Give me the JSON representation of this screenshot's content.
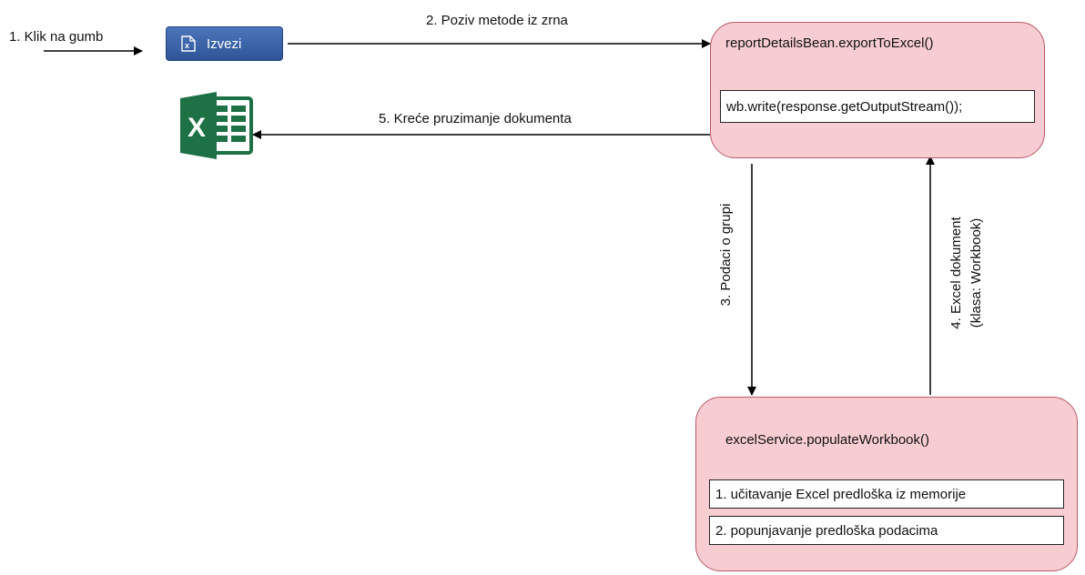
{
  "steps": {
    "step1": "1. Klik na gumb",
    "step2": "2. Poziv metode iz zrna",
    "step3": "3. Podaci o grupi",
    "step4_line1": "4. Excel dokument",
    "step4_line2": "(klasa: Workbook)",
    "step5": "5. Kreće pruzimanje dokumenta"
  },
  "button": {
    "label": "Izvezi",
    "icon": "excel-file-icon"
  },
  "excel_logo": {
    "icon": "microsoft-excel-logo",
    "letter": "X",
    "brand_color": "#1e7145"
  },
  "bean_node": {
    "title": "reportDetailsBean.exportToExcel()",
    "code": "wb.write(response.getOutputStream());"
  },
  "service_node": {
    "title": "excelService.populateWorkbook()",
    "items": [
      "1. učitavanje Excel predloška iz memorije",
      "2. popunjavanje predloška podacima"
    ]
  },
  "colors": {
    "node_fill": "#f8cdd1",
    "node_border": "#b85a66",
    "button": "#2f5597"
  }
}
